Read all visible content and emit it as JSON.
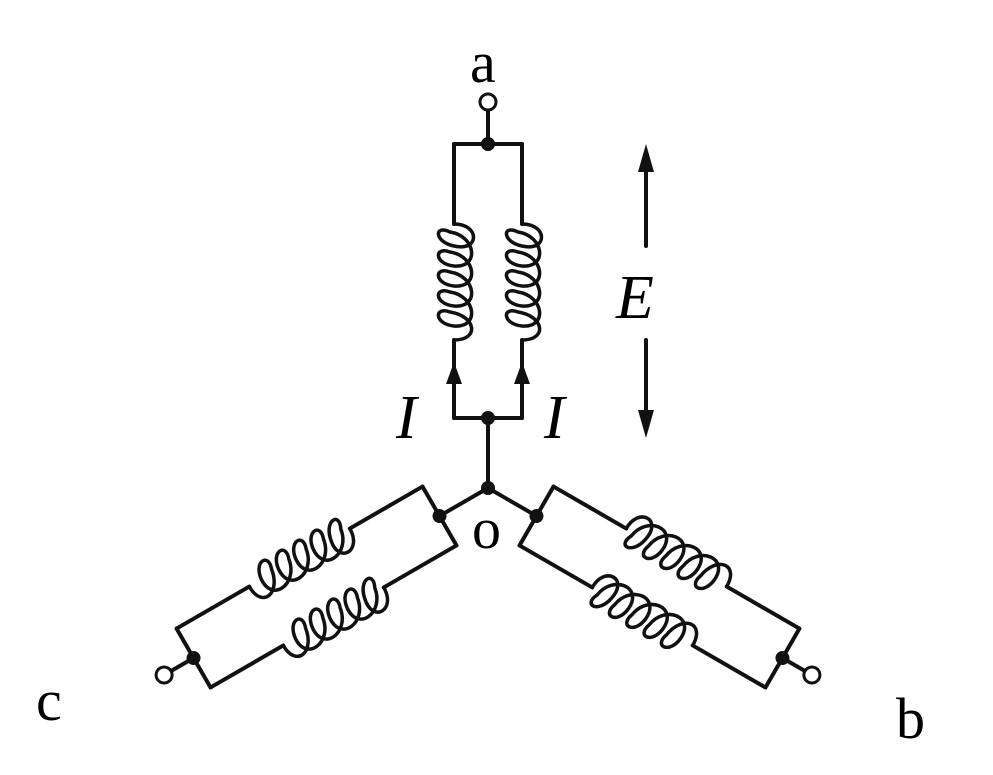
{
  "diagram": {
    "terminals": {
      "a": "a",
      "b": "b",
      "c": "c"
    },
    "neutral": "o",
    "current_labels": {
      "left": "I",
      "right": "I"
    },
    "voltage_label": "E"
  }
}
